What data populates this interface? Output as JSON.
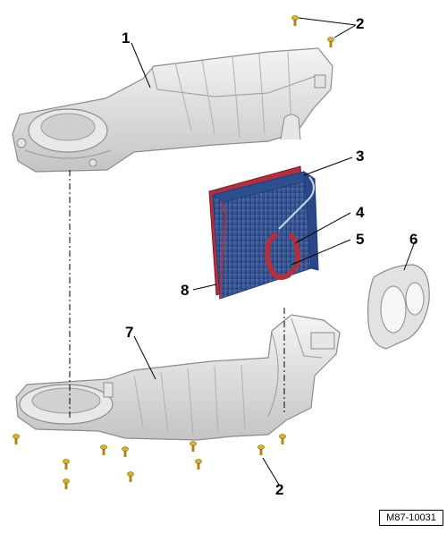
{
  "callouts": {
    "c1": "1",
    "c2_top": "2",
    "c3": "3",
    "c4": "4",
    "c5": "5",
    "c6": "6",
    "c7": "7",
    "c8": "8",
    "c2_bottom": "2"
  },
  "figure_id": "M87-10031",
  "colors": {
    "housing_fill": "#dedede",
    "housing_stroke": "#8c8c8c",
    "evaporator_blue": "#3c5c9c",
    "evaporator_dark": "#1f3f7f",
    "seal_red": "#b03040",
    "screw_gold": "#c8a020"
  }
}
